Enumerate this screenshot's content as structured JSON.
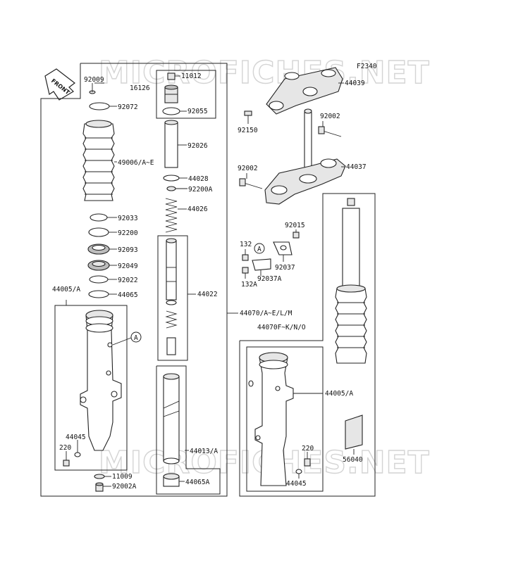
{
  "diagram": {
    "code": "F2340",
    "watermark": "MICROFICHES.NET",
    "front_label": "FRONT",
    "callout_letter": "A",
    "labels": {
      "p92009": "92009",
      "p92072": "92072",
      "p49006": "49006/A~E",
      "p92033": "92033",
      "p92200": "92200",
      "p92093": "92093",
      "p92049": "92049",
      "p92022": "92022",
      "p44065": "44065",
      "p44005_left": "44005/A",
      "p44045_left": "44045",
      "p220_left": "220",
      "p11009": "11009",
      "p92002A": "92002A",
      "p11012": "11012",
      "p16126": "16126",
      "p92055": "92055",
      "p92026": "92026",
      "p44028": "44028",
      "p92200A": "92200A",
      "p44026": "44026",
      "p44022": "44022",
      "p44013": "44013/A",
      "p44065A": "44065A",
      "p44070": "44070/A~E/L/M",
      "p44070F": "44070F~K/N/O",
      "p44039": "44039",
      "p92150": "92150",
      "p92002_top": "92002",
      "p44037": "44037",
      "p92002_left": "92002",
      "p92015": "92015",
      "p132": "132",
      "p92037": "92037",
      "p92037A": "92037A",
      "p132A": "132A",
      "p44005_right": "44005/A",
      "p56040": "56040",
      "p220_right": "220",
      "p44045_right": "44045"
    }
  }
}
